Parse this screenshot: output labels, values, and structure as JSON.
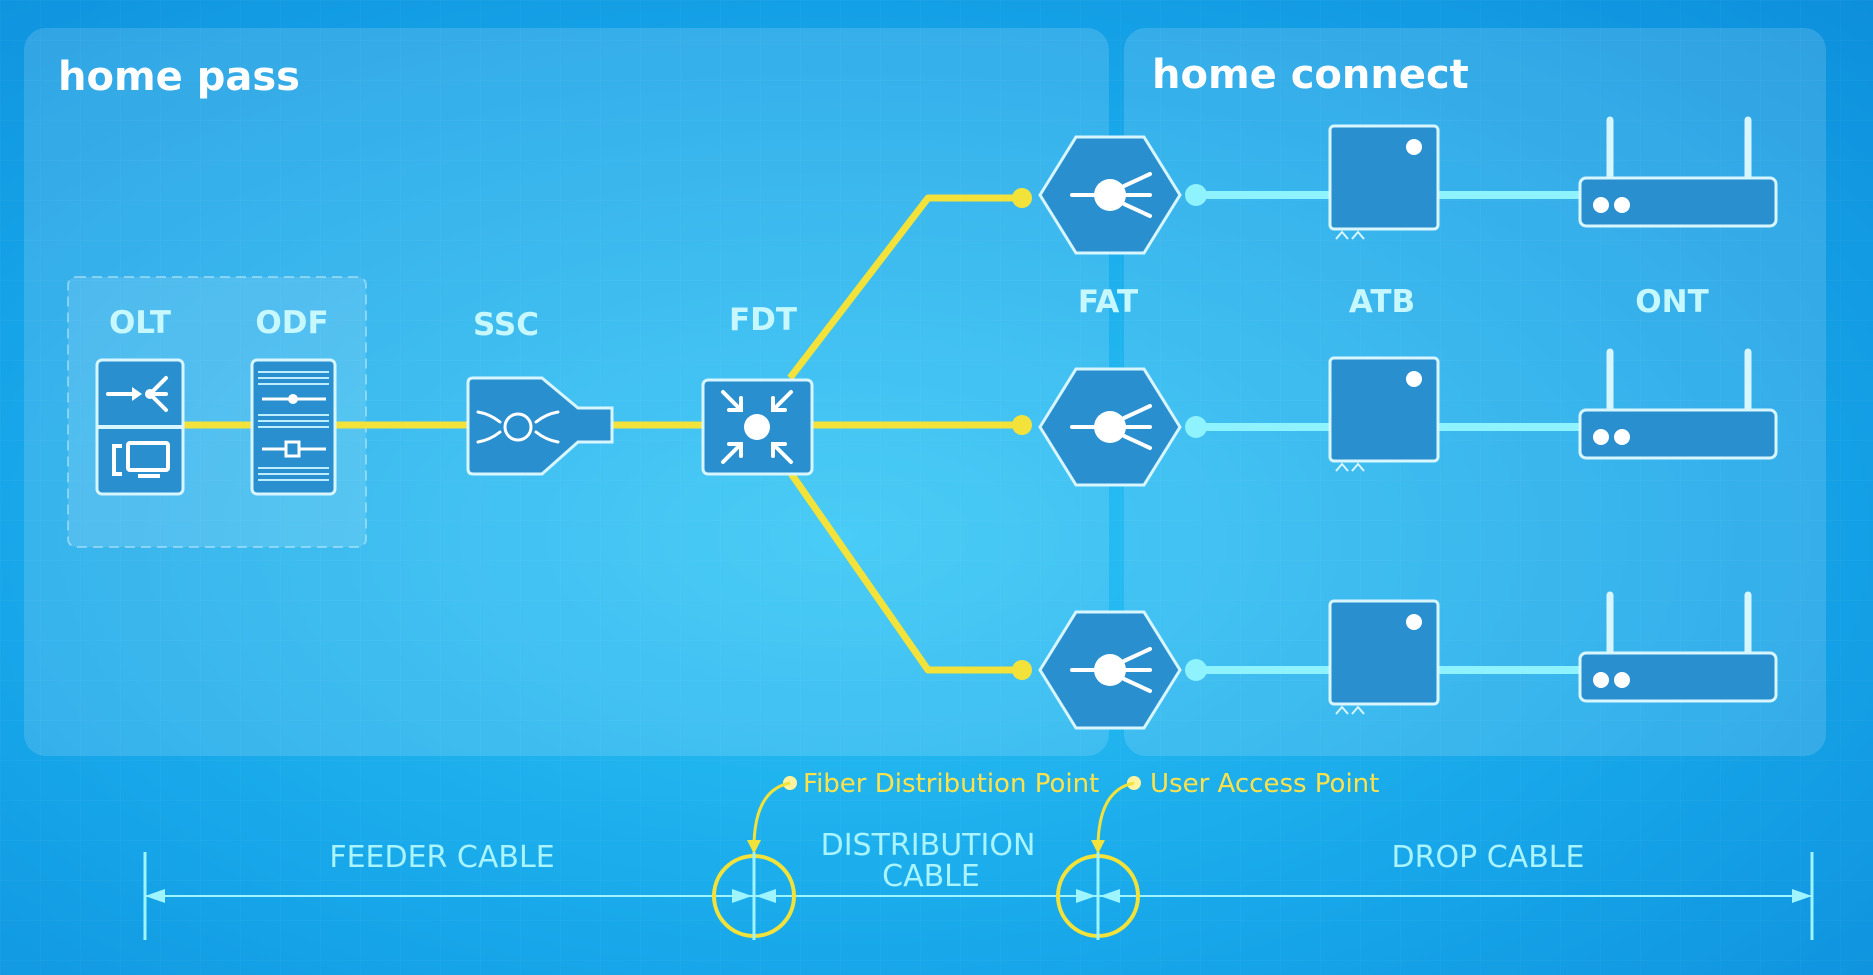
{
  "zones": {
    "home_pass": {
      "title": "home pass"
    },
    "home_connect": {
      "title": "home connect"
    }
  },
  "devices": {
    "olt": "OLT",
    "odf": "ODF",
    "ssc": "SSC",
    "fdt": "FDT",
    "fat": "FAT",
    "atb": "ATB",
    "ont": "ONT"
  },
  "annotations": {
    "fiber_distribution_point": "Fiber Distribution Point",
    "user_access_point": "User Access Point"
  },
  "cables": {
    "feeder": "FEEDER CABLE",
    "distribution_line1": "DISTRIBUTION",
    "distribution_line2": "CABLE",
    "drop": "DROP CABLE"
  },
  "colors": {
    "fiber_yellow": "#f2e23a",
    "drop_cyan": "#8ff3ff",
    "device_fill": "#2a8fcf",
    "device_stroke": "#d8f6ff",
    "measure_line": "#9ff5ff"
  },
  "icons": {
    "olt_top": "splitter-arrow-icon",
    "olt_bottom": "terminal-computer-icon",
    "odf": "distribution-frame-icon",
    "ssc": "splice-closure-icon",
    "fdt": "hub-arrows-icon",
    "fat": "fiber-splitter-icon",
    "atb": "access-terminal-box-icon",
    "ont": "router-icon"
  }
}
